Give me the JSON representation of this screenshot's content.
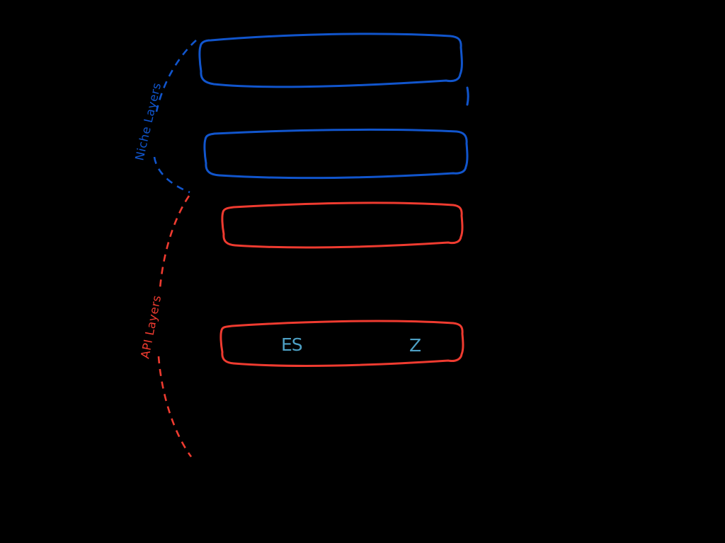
{
  "canvas": {
    "background": "#000000"
  },
  "colors": {
    "niche_blue": "#1155cc",
    "api_red": "#ef3b30",
    "accent_text": "#4da0c4"
  },
  "labels": {
    "niche_group": "Niche Layers",
    "api_group": "API Layers",
    "api_bottom_left": "ES",
    "api_bottom_right": "Z"
  }
}
